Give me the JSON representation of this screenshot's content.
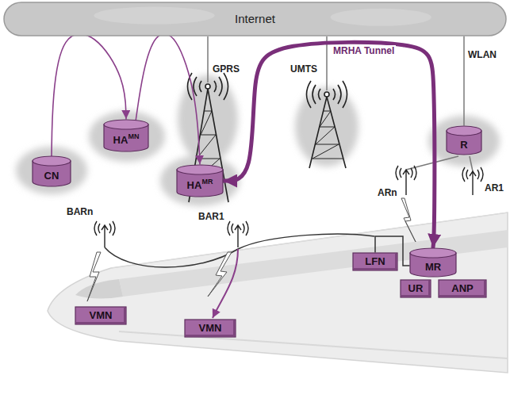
{
  "diagram": {
    "nodes": [
      {
        "text": [
          "Internet"
        ]
      },
      {
        "text": [
          "CN"
        ]
      },
      {
        "text": [
          "HA",
          "MN"
        ]
      },
      {
        "text": [
          "HA",
          "MR"
        ]
      },
      {
        "text": [
          "R"
        ]
      },
      {
        "text": [
          "MR"
        ]
      },
      {
        "text": [
          "UR"
        ]
      },
      {
        "text": [
          "ANP"
        ]
      },
      {
        "text": [
          "LFN"
        ]
      },
      {
        "text": [
          "VMN"
        ]
      },
      {
        "text": [
          "VMN"
        ]
      }
    ],
    "edges": [
      {
        "from": 1,
        "to": 2,
        "arrow": "to"
      },
      {
        "from": 2,
        "to": 3,
        "arrow": "to"
      },
      {
        "from": 3,
        "to": 5,
        "arrow": "both",
        "label": "MRHA Tunnel"
      },
      {
        "from": 4,
        "to": 0,
        "arrow": "none"
      },
      {
        "from": 8,
        "to": 5,
        "arrow": "none"
      }
    ],
    "labels": [
      "GPRS",
      "UMTS",
      "WLAN",
      "ARn",
      "AR1",
      "BARn",
      "BAR1"
    ]
  }
}
